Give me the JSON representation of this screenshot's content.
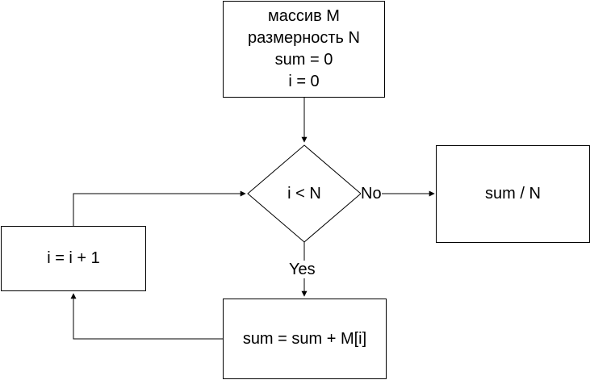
{
  "diagram": {
    "init_box": {
      "lines": [
        "массив M",
        "размерность N",
        "sum = 0",
        "i = 0"
      ]
    },
    "condition": {
      "text": "i < N"
    },
    "result_box": {
      "text": "sum / N"
    },
    "increment_box": {
      "text": "i = i + 1"
    },
    "accumulate_box": {
      "text": "sum = sum + M[i]"
    },
    "edge_labels": {
      "no": "No",
      "yes": "Yes"
    },
    "colors": {
      "stroke": "#000000",
      "fill": "#ffffff"
    }
  }
}
